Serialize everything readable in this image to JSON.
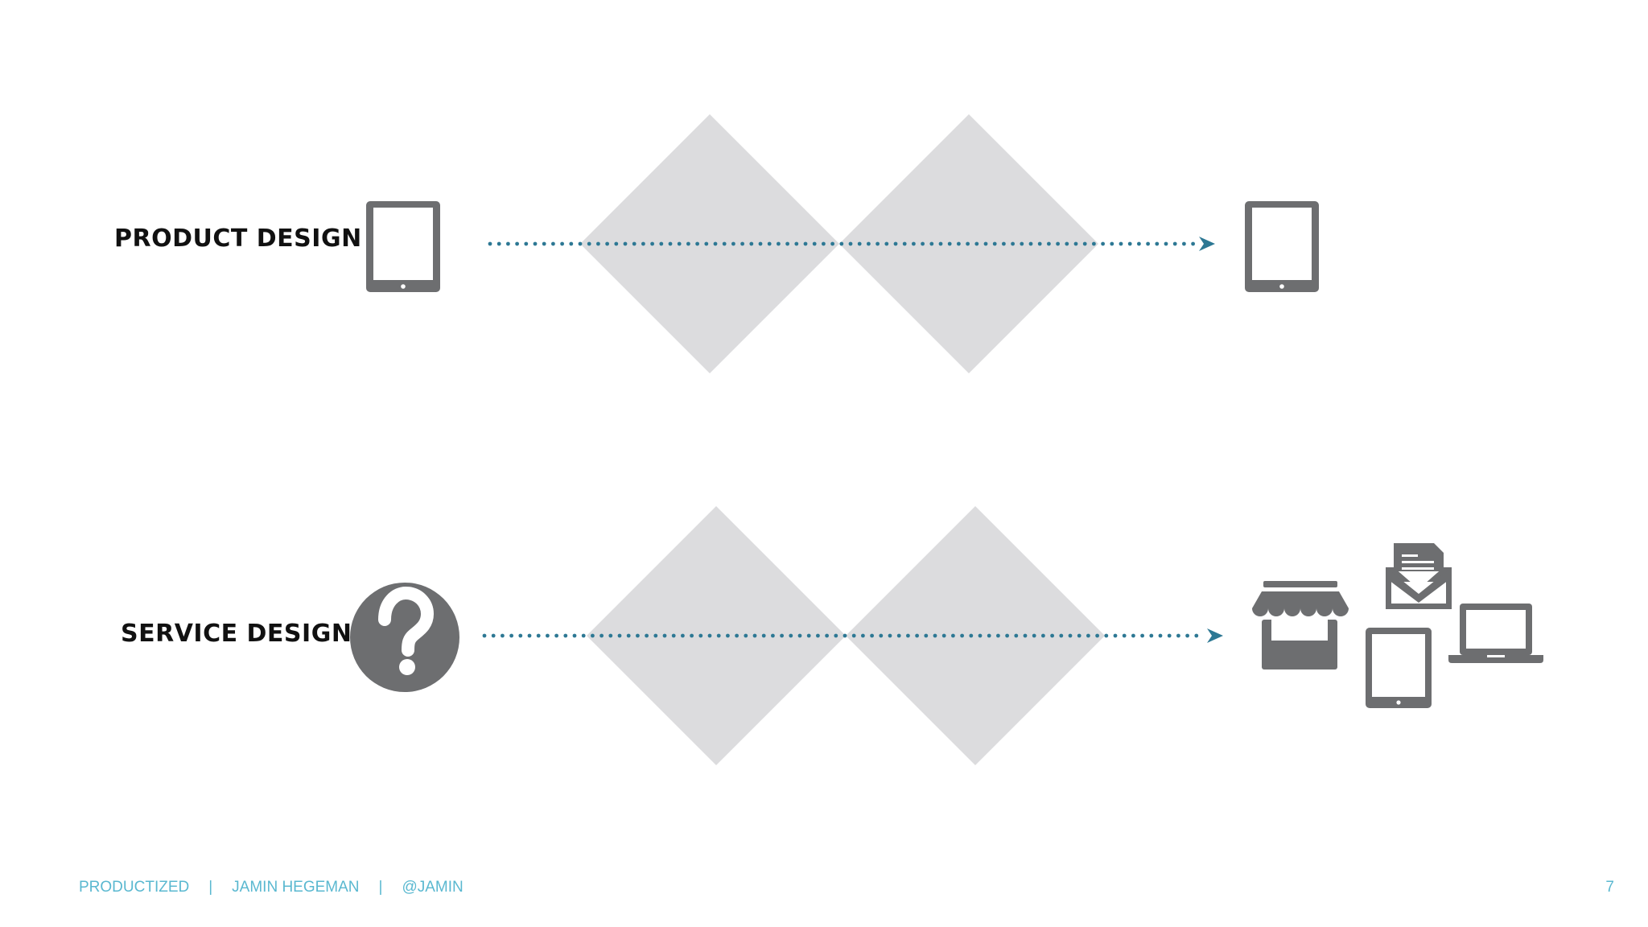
{
  "rows": {
    "product": {
      "label": "PRODUCT DESIGN"
    },
    "service": {
      "label": "SERVICE DESIGN"
    }
  },
  "footer": {
    "brand": "PRODUCTIZED",
    "separator": "|",
    "author": "JAMIN HEGEMAN",
    "handle": "@JAMIN"
  },
  "page_number": "7",
  "icons": {
    "product_start": "tablet-icon",
    "product_end": "tablet-icon",
    "service_start": "question-mark-icon",
    "service_end": [
      "storefront-icon",
      "mail-icon",
      "tablet-icon",
      "laptop-icon"
    ]
  },
  "colors": {
    "icon_gray": "#6d6e70",
    "diamond_gray": "#dcdcde",
    "arrow_blue": "#2d7894",
    "footer_cyan": "#5ab8d0",
    "label_black": "#111111"
  }
}
